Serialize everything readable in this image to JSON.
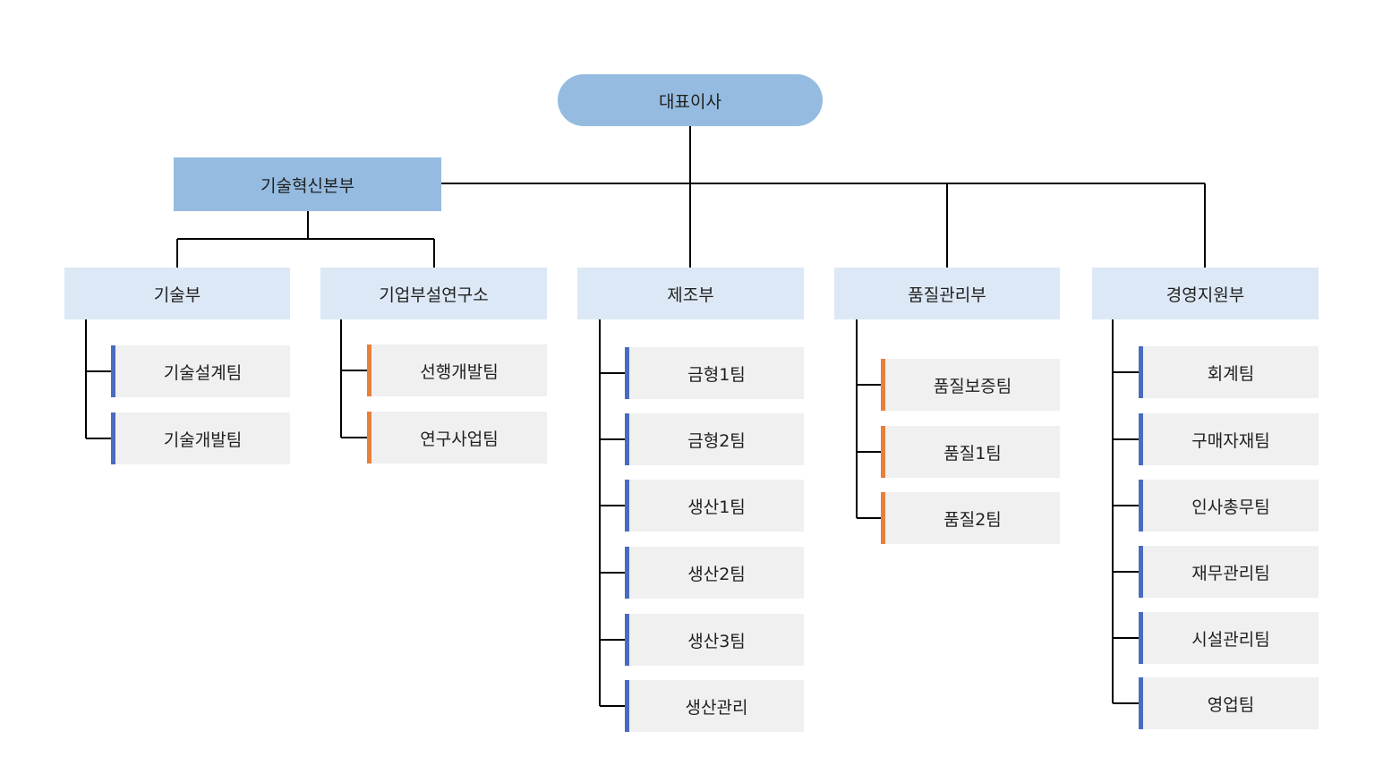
{
  "ceo": "대표이사",
  "hq": "기술혁신본부",
  "departments": [
    {
      "label": "기술부",
      "teams": [
        "기술설계팀",
        "기술개발팀"
      ]
    },
    {
      "label": "기업부설연구소",
      "teams": [
        "선행개발팀",
        "연구사업팀"
      ]
    },
    {
      "label": "제조부",
      "teams": [
        "금형1팀",
        "금형2팀",
        "생산1팀",
        "생산2팀",
        "생산3팀",
        "생산관리"
      ]
    },
    {
      "label": "품질관리부",
      "teams": [
        "품질보증팀",
        "품질1팀",
        "품질2팀"
      ]
    },
    {
      "label": "경영지원부",
      "teams": [
        "회계팀",
        "구매자재팀",
        "인사총무팀",
        "재무관리팀",
        "시설관리팀",
        "영업팀"
      ]
    }
  ],
  "colors": {
    "top_box": "#95bbe0",
    "dept_box": "#dce8f5",
    "team_box": "#f0f0f0",
    "accent_blue": "#4a6cc0",
    "accent_orange": "#e8803c",
    "line": "#000000"
  }
}
